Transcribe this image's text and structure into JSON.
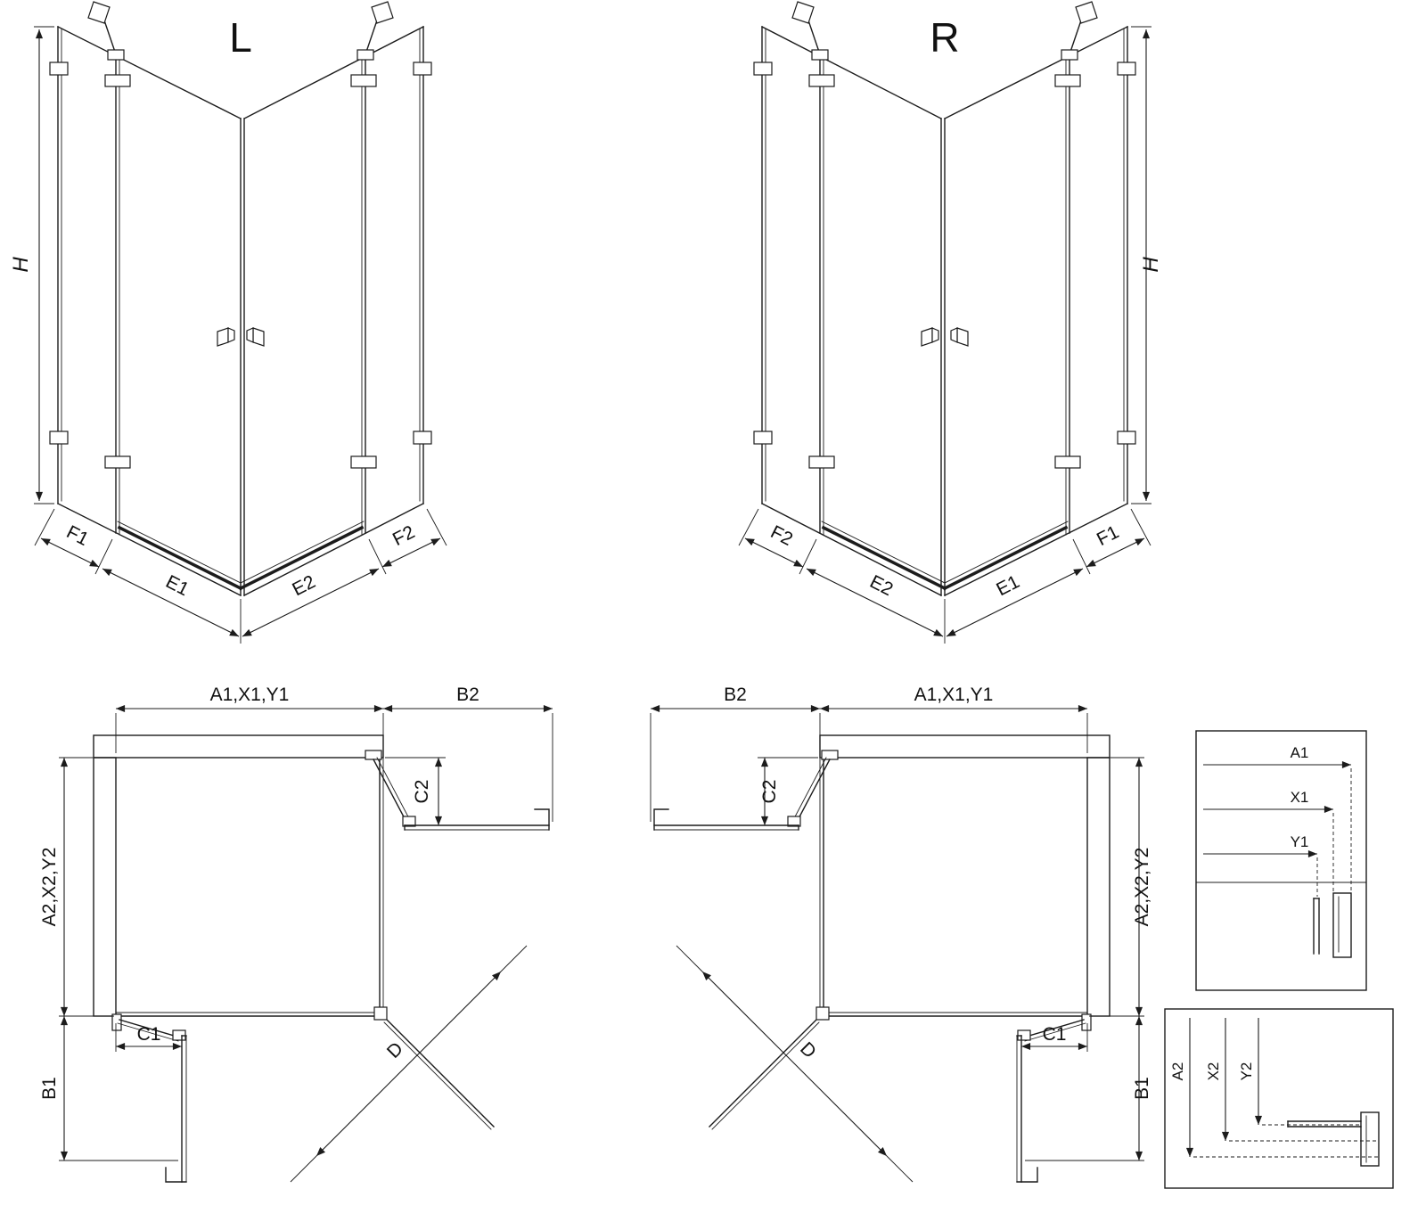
{
  "page": {
    "background": "#ffffff",
    "line_color": "#1c1c1c"
  },
  "elevation_left": {
    "title": "L",
    "height_label": "H",
    "segments": {
      "f1": "F1",
      "e1": "E1",
      "e2": "E2",
      "f2": "F2"
    }
  },
  "elevation_right": {
    "title": "R",
    "height_label": "H",
    "segments": {
      "f1": "F1",
      "e1": "E1",
      "e2": "E2",
      "f2": "F2"
    }
  },
  "plan_left": {
    "width_label": "A1,X1,Y1",
    "wing_width_label": "B2",
    "door_clearance_top_label": "C2",
    "depth_label": "A2,X2,Y2",
    "wing_depth_label": "B1",
    "door_clearance_side_label": "C1",
    "entry_diagonal_label": "D"
  },
  "plan_right": {
    "width_label": "A1,X1,Y1",
    "wing_width_label": "B2",
    "door_clearance_top_label": "C2",
    "depth_label": "A2,X2,Y2",
    "wing_depth_label": "B1",
    "door_clearance_side_label": "C1",
    "entry_diagonal_label": "D"
  },
  "inset_width": {
    "labels": [
      "A1",
      "X1",
      "Y1"
    ]
  },
  "inset_depth": {
    "labels": [
      "A2",
      "X2",
      "Y2"
    ]
  }
}
